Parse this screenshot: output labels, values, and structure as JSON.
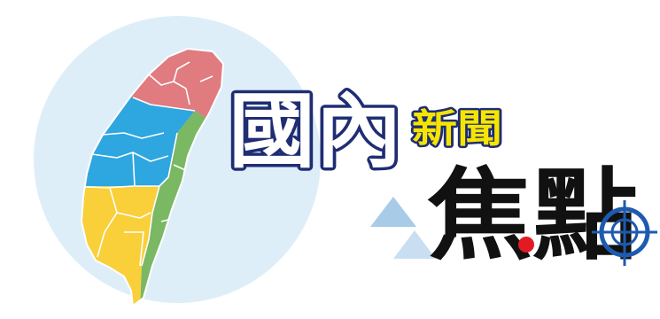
{
  "banner": {
    "title_main": "國內",
    "title_small": "新聞",
    "title_focus": "焦點"
  },
  "colors": {
    "circle": "#ddeef8",
    "north": "#e07b80",
    "central": "#2ea6e0",
    "south": "#f9cf3a",
    "east": "#7ab863",
    "navy": "#1f2d73",
    "yellow": "#f5e500",
    "red": "#e21b23",
    "triangle": "#a8cbe8"
  },
  "icons": [
    "taiwan-map-icon",
    "crosshair-target-icon"
  ]
}
